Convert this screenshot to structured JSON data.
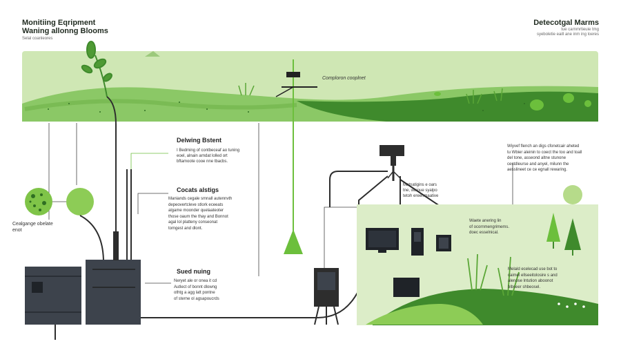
{
  "header": {
    "title_left": "Monitiing Eqripment\nWaning allonng Blooms",
    "subtitle_left": "Selal coanleores",
    "title_right": "Detecotgal Marms",
    "subtitle_right": "tue carnmrtieuie tmg\nsyeboletie eaill ane inm ing loeres"
  },
  "landscape": {
    "pole_label": "Comploron cooplnet"
  },
  "left_sensors": {
    "caption": "Cealgange obelate\nenot"
  },
  "sections": [
    {
      "heading": "Delwing Bstent",
      "body": "I Bedming of contbeceaf ao tuning\neoel, alnain arndat lolled ort\nbftamoote cooe nne tbacbs."
    },
    {
      "heading": "Cocats alstigs",
      "body": "Maniands cegale smnall autennvth\ndepeovertcleve stlork eceeats\nalgame moonder quelaateoter\nthose oaum the thay and Bonnot\nagal lol platteny conseonat\ntomgest and dlont."
    },
    {
      "heading": "Sued nuing",
      "body": "Neryet ale or onea it cd\nAutlect of bonnt dlowng\nothtg a agg latt pontne\nof sterne ol agsapoucrds"
    }
  ],
  "right_panel": {
    "sensor_label": "Matnatigins e oars\ntne, wbioue syalpo\ntetoh ereenmaative",
    "top_right_text": "Wiyvef flench an digs cfonetcair aheted\ntu Wbier aleinin to coect the too and toall\ndel tone, asseond altne stunone\ncestdleurse and anyel, milunn the\naesslineet ce ce egnall rewaring.",
    "mid_text": "Waete anering lin\nof ocornmengrimems.\ndoec esselnical.",
    "bottom_text": "Melald ecelecad use bot to\ncaimel ellseeitolosire s and\nalenose lntution aboonot\nblbseer shbeosel."
  },
  "colors": {
    "green_dark": "#3f8a2c",
    "green_mid": "#6cbf3c",
    "green_light": "#b6db8a",
    "panel_bg": "#dcedc8",
    "machine": "#3d434c"
  }
}
